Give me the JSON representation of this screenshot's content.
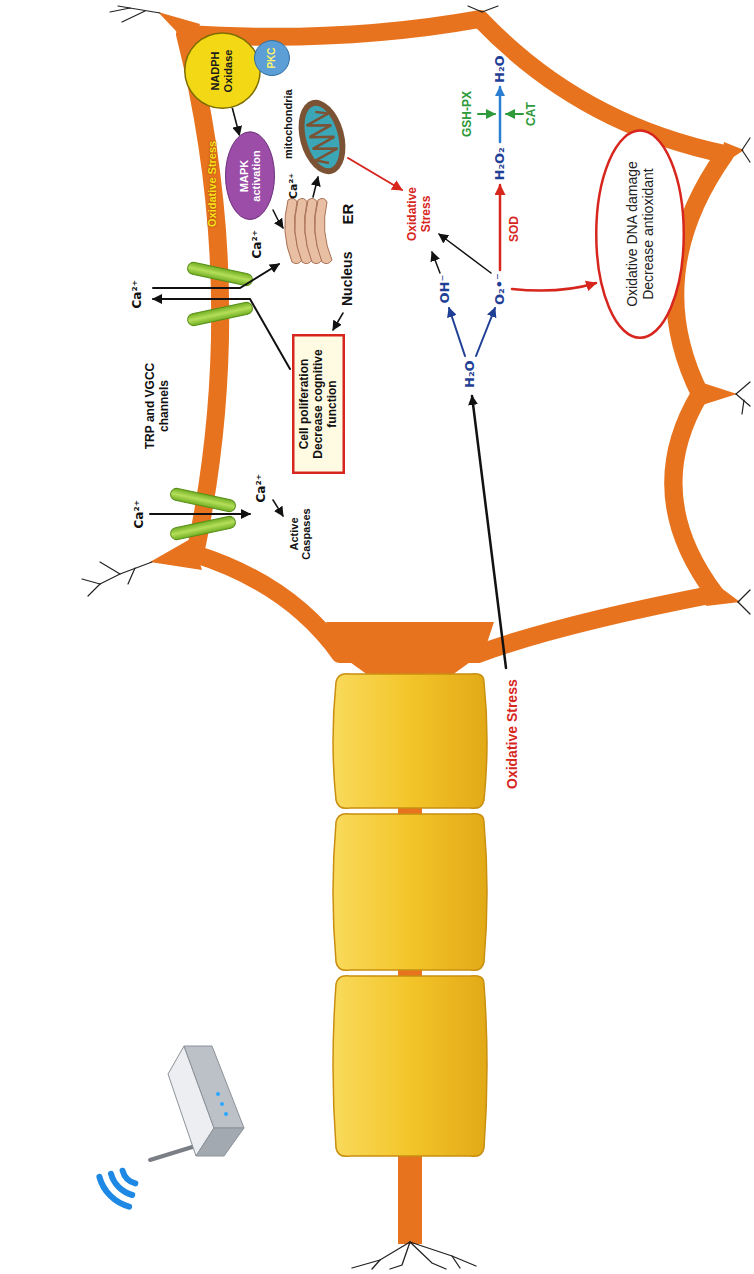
{
  "diagram": {
    "nodes": [
      {
        "text": [
          "NADPH Oxidase"
        ]
      },
      {
        "text": [
          "PKC"
        ]
      },
      {
        "text": [
          "MAPK activation"
        ]
      },
      {
        "text": [
          "Cell poliferation Decrease cognitive function"
        ]
      },
      {
        "text": [
          "Oxidative DNA damage Decrease antioxidant"
        ]
      }
    ],
    "edges": [
      {
        "from": 0,
        "to": 2,
        "arrow": "to"
      }
    ],
    "labels": [
      "Oxidative Stress",
      "TRP and VGCC channels",
      "Ca²⁺",
      "Ca²⁺",
      "Ca²⁺",
      "Ca²⁺",
      "Active Caspases",
      "Nucleus",
      "ER",
      "Ca²⁺",
      "mitochondria",
      "Oxidative Stress",
      "GSH-PX",
      "H₂O",
      "CAT",
      "H₂O₂",
      "SOD",
      "OH⁻",
      "O₂•⁻",
      "H₂O",
      "Oxidative Stress"
    ]
  }
}
